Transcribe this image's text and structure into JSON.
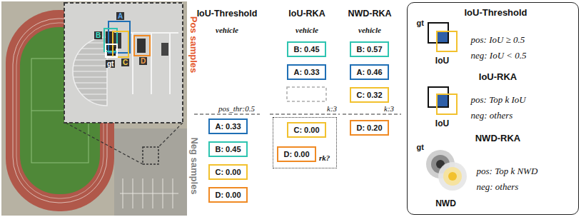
{
  "diagram": {
    "nodes": [
      {
        "text": [
          "A: 0.33"
        ]
      },
      {
        "text": [
          "B: 0.45"
        ]
      },
      {
        "text": [
          "C: 0.00"
        ]
      },
      {
        "text": [
          "D: 0.00"
        ]
      },
      {
        "text": [
          "B: 0.45"
        ]
      },
      {
        "text": [
          "A: 0.33"
        ]
      },
      {
        "text": [
          "rk?"
        ]
      },
      {
        "text": [
          "C: 0.00"
        ],
        "in": 6
      },
      {
        "text": [
          "D: 0.00"
        ],
        "in": 6
      },
      {
        "text": [
          "B: 0.57"
        ]
      },
      {
        "text": [
          "A: 0.46"
        ]
      },
      {
        "text": [
          "C: 0.32"
        ]
      },
      {
        "text": [
          "D: 0.20"
        ]
      },
      {
        "text": [
          "IoU-Threshold",
          "gt",
          "IoU",
          "pos: IoU ≥ 0.5",
          "neg: IoU < 0.5",
          "IoU-RKA",
          "IoU",
          "pos: Top k IoU",
          "neg: others",
          "NWD-RKA",
          "gt",
          "NWD",
          "pos: Top k NWD",
          "neg: others"
        ]
      }
    ],
    "labels": [
      "Pos samples",
      "Neg samples",
      "A",
      "B",
      "C",
      "D",
      "gt",
      "IoU-Threshold",
      "vehicle",
      "pos_thr:0.5",
      "IoU-RKA",
      "vehicle",
      "k:3",
      "NWD-RKA",
      "vehicle",
      "k:3"
    ]
  }
}
